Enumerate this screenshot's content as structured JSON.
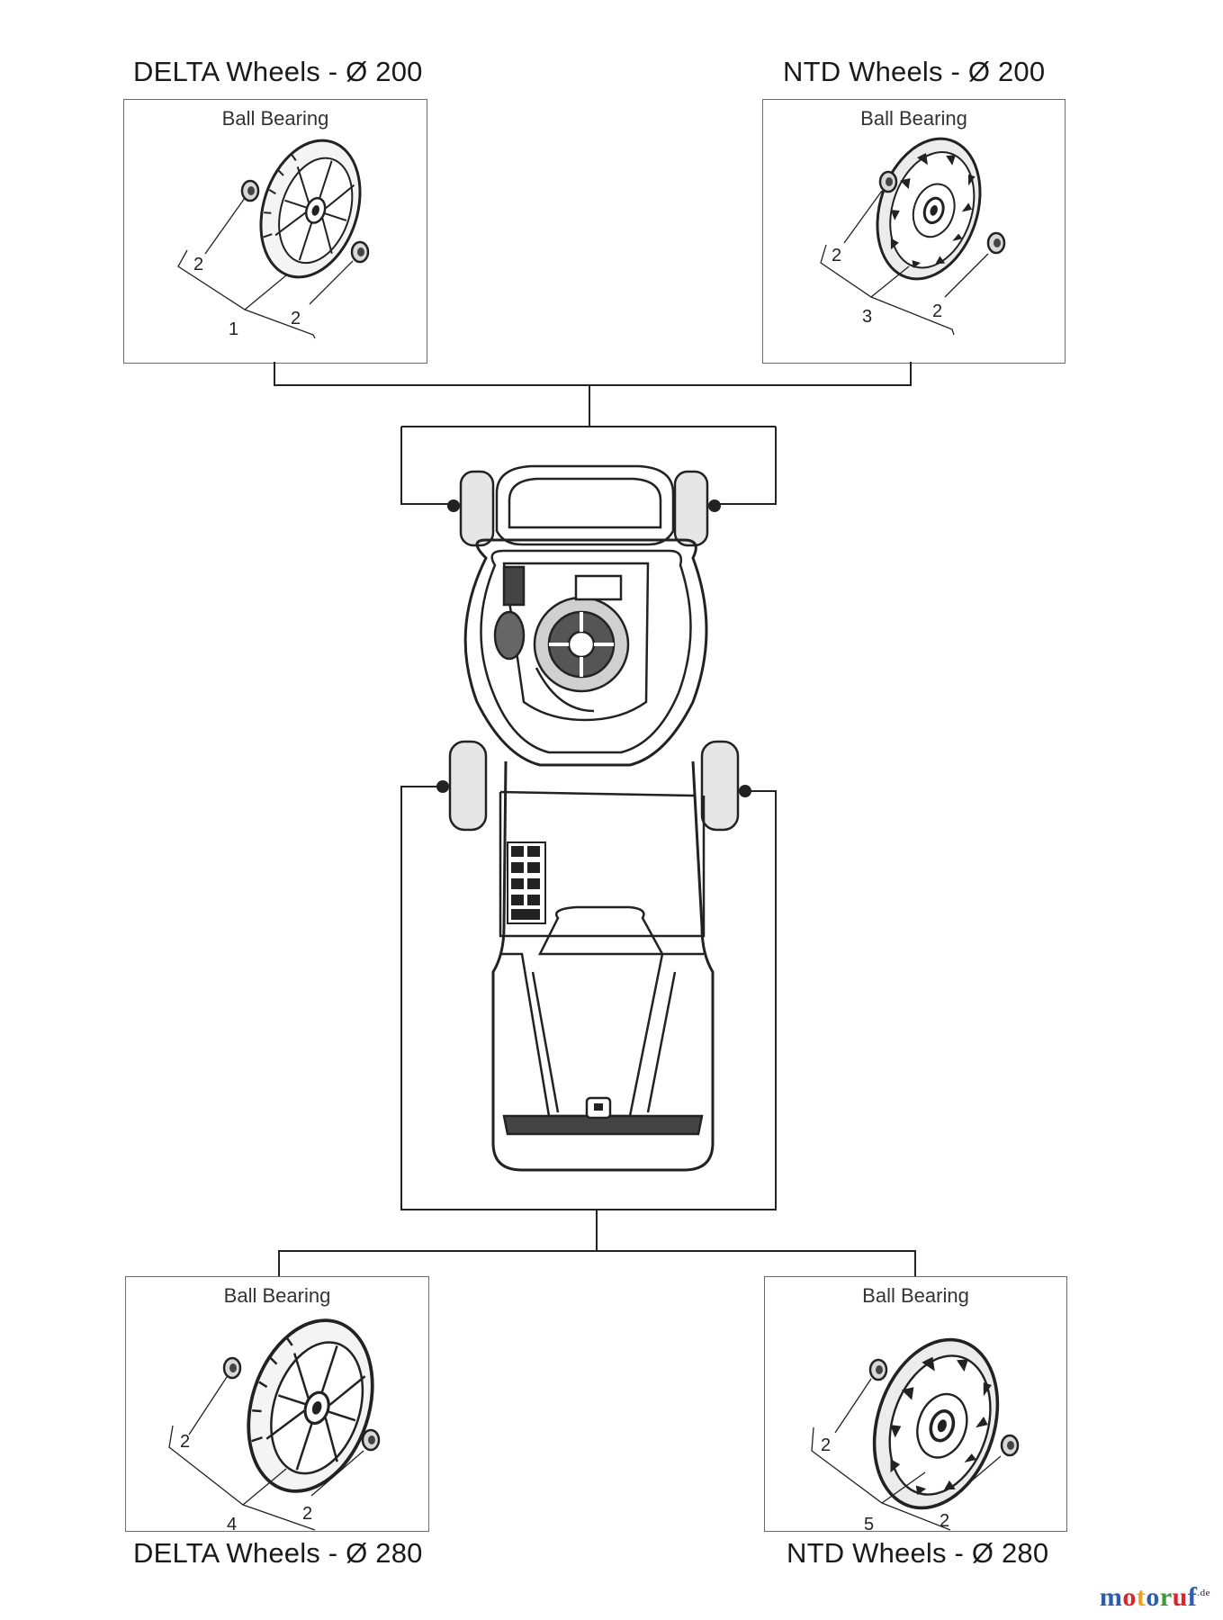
{
  "diagram": {
    "panels": [
      {
        "id": "delta-200",
        "title": "DELTA Wheels - Ø 200",
        "label": "Ball Bearing",
        "callouts": [
          "2",
          "2",
          "1"
        ]
      },
      {
        "id": "ntd-200",
        "title": "NTD Wheels - Ø 200",
        "label": "Ball Bearing",
        "callouts": [
          "2",
          "3",
          "2"
        ]
      },
      {
        "id": "delta-280",
        "title": "DELTA Wheels - Ø 280",
        "label": "Ball Bearing",
        "callouts": [
          "2",
          "4",
          "2"
        ]
      },
      {
        "id": "ntd-280",
        "title": "NTD Wheels - Ø 280",
        "label": "Ball Bearing",
        "callouts": [
          "2",
          "5",
          "2"
        ]
      }
    ]
  },
  "watermark": {
    "name": "motoruf",
    "suffix": ".de",
    "colors": [
      "#2b5faa",
      "#d8262c",
      "#f0a020",
      "#2b5faa",
      "#3a9a3a",
      "#d8262c",
      "#2b5faa"
    ]
  }
}
